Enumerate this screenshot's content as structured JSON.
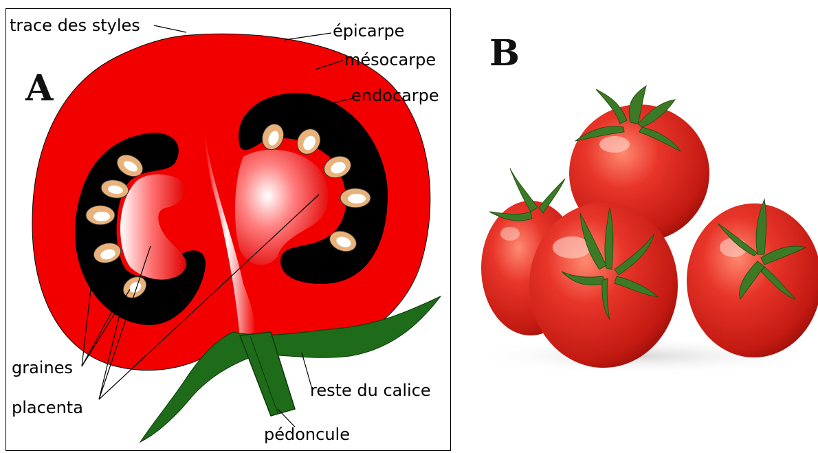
{
  "panel_a": {
    "letter": "A",
    "labels": {
      "trace_des_styles": "trace des styles",
      "epicarpe": "épicarpe",
      "mesocarpe": "mésocarpe",
      "endocarpe": "endocarpe",
      "graines": "graines",
      "placenta": "placenta",
      "reste_du_calice": "reste du calice",
      "pedoncule": "pédoncule"
    }
  },
  "panel_b": {
    "letter": "B"
  },
  "colors": {
    "fruit_red": "#f20000",
    "cavity_black": "#000000",
    "seed_tan": "#e8b27a",
    "stem_green": "#1e6b1a",
    "photo_tomato": "#d8261c"
  }
}
